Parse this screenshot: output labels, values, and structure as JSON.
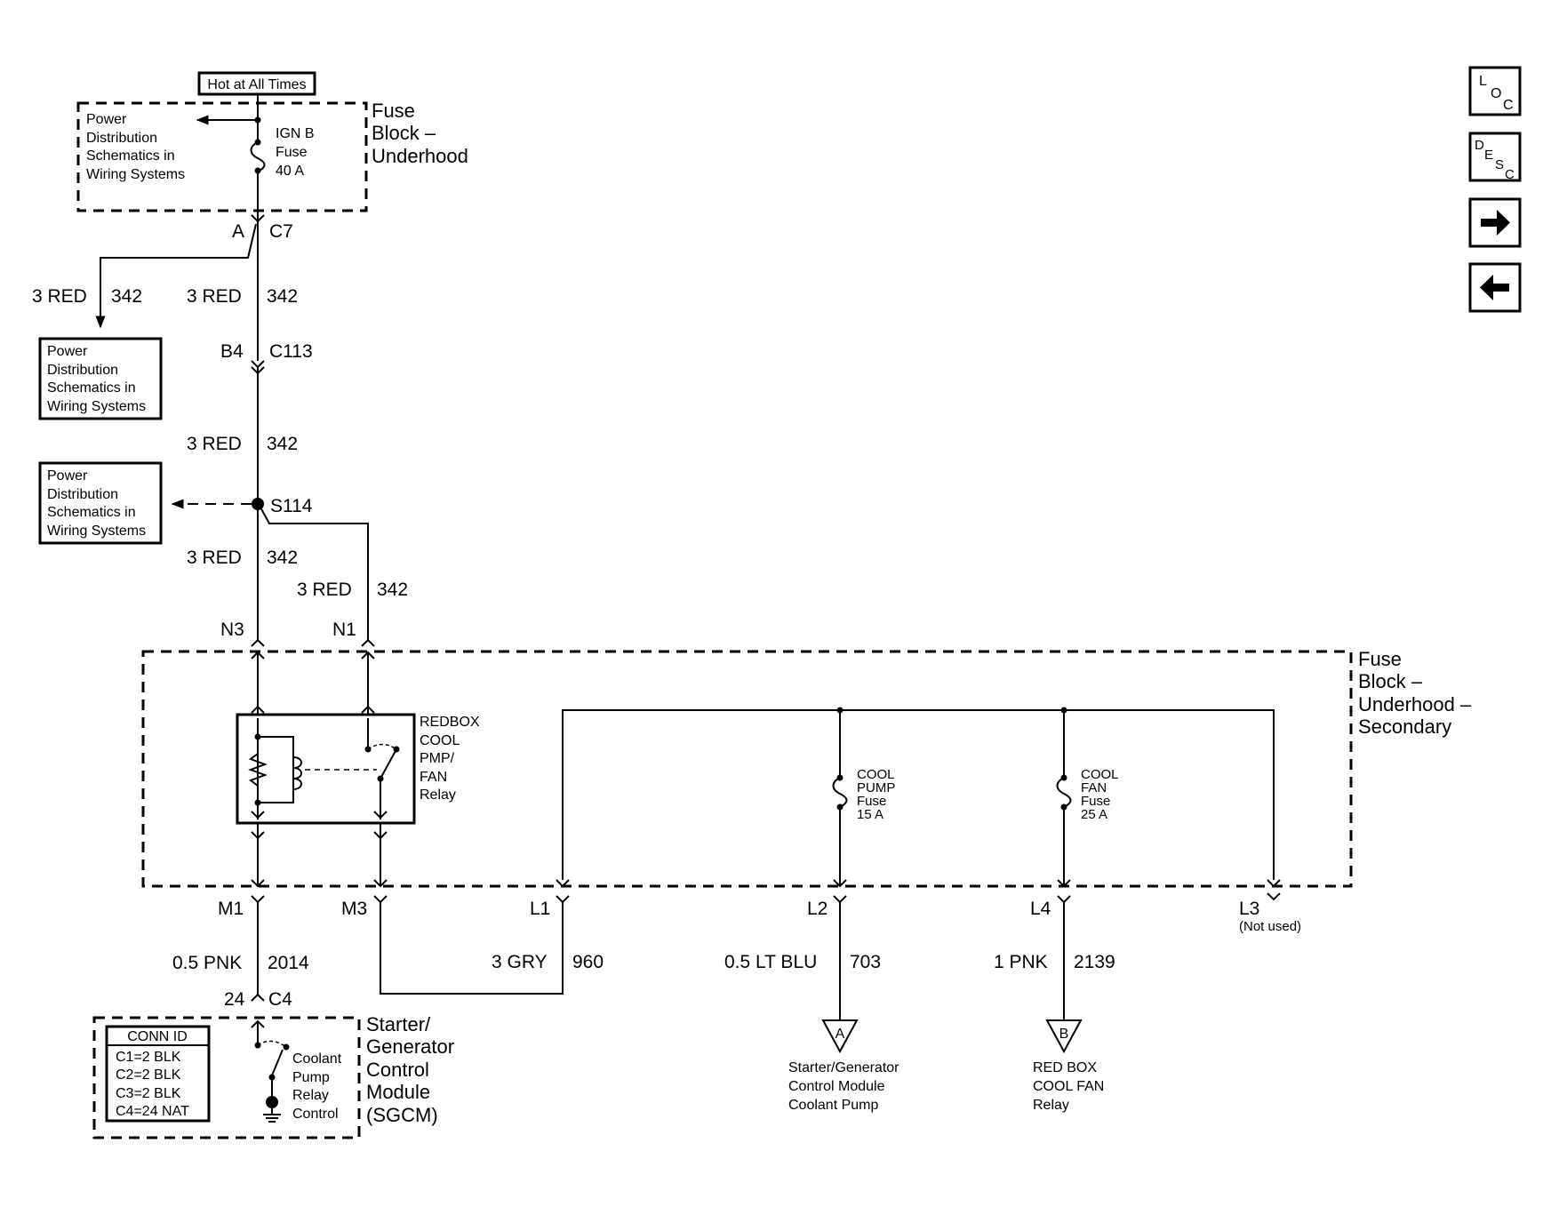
{
  "nav": {
    "loc": {
      "l": "L",
      "o": "O",
      "c": "C"
    },
    "desc": {
      "d": "D",
      "e": "E",
      "s": "S",
      "c": "C"
    },
    "next_icon": "right-arrow-icon",
    "prev_icon": "left-arrow-icon"
  },
  "hot_label": "Hot at All Times",
  "fuse_block_1": {
    "l1": "Fuse",
    "l2": "Block –",
    "l3": "Underhood"
  },
  "pd_ref_1": {
    "l1": "Power",
    "l2": "Distribution",
    "l3": "Schematics in",
    "l4": "Wiring Systems"
  },
  "ign_fuse": {
    "l1": "IGN B",
    "l2": "Fuse",
    "l3": "40 A"
  },
  "conn_c7": {
    "pin": "A",
    "name": "C7"
  },
  "wire_a_left": {
    "gauge_color": "3 RED",
    "circuit": "342"
  },
  "wire_a_main": {
    "gauge_color": "3 RED",
    "circuit": "342"
  },
  "pd_ref_2": {
    "l1": "Power",
    "l2": "Distribution",
    "l3": "Schematics in",
    "l4": "Wiring Systems"
  },
  "conn_c113": {
    "pin": "B4",
    "name": "C113"
  },
  "wire_b": {
    "gauge_color": "3 RED",
    "circuit": "342"
  },
  "pd_ref_3": {
    "l1": "Power",
    "l2": "Distribution",
    "l3": "Schematics in",
    "l4": "Wiring Systems"
  },
  "splice": "S114",
  "wire_c": {
    "gauge_color": "3 RED",
    "circuit": "342"
  },
  "wire_d": {
    "gauge_color": "3 RED",
    "circuit": "342"
  },
  "pin_n3": "N3",
  "pin_n1": "N1",
  "fuse_block_2": {
    "l1": "Fuse",
    "l2": "Block –",
    "l3": "Underhood –",
    "l4": "Secondary"
  },
  "relay": {
    "l1": "REDBOX",
    "l2": "COOL",
    "l3": "PMP/",
    "l4": "FAN",
    "l5": "Relay"
  },
  "pump_fuse": {
    "l1": "COOL",
    "l2": "PUMP",
    "l3": "Fuse",
    "l4": "15 A"
  },
  "fan_fuse": {
    "l1": "COOL",
    "l2": "FAN",
    "l3": "Fuse",
    "l4": "25 A"
  },
  "pins_bottom": {
    "m1": "M1",
    "m3": "M3",
    "l1": "L1",
    "l2": "L2",
    "l4": "L4",
    "l3": "L3",
    "l3_note": "(Not used)"
  },
  "wire_m1": {
    "gauge_color": "0.5 PNK",
    "circuit": "2014"
  },
  "wire_l1": {
    "gauge_color": "3 GRY",
    "circuit": "960"
  },
  "wire_l2": {
    "gauge_color": "0.5 LT BLU",
    "circuit": "703"
  },
  "wire_l4": {
    "gauge_color": "1 PNK",
    "circuit": "2139"
  },
  "conn_c4": {
    "pin": "24",
    "name": "C4"
  },
  "conn_id": {
    "header": "CONN ID",
    "rows": [
      "C1=2 BLK",
      "C2=2 BLK",
      "C3=2 BLK",
      "C4=24 NAT"
    ]
  },
  "sgcm_switch": {
    "l1": "Coolant",
    "l2": "Pump",
    "l3": "Relay",
    "l4": "Control"
  },
  "sgcm": {
    "l1": "Starter/",
    "l2": "Generator",
    "l3": "Control",
    "l4": "Module",
    "l5": "(SGCM)"
  },
  "offpage_a": {
    "letter": "A",
    "l1": "Starter/Generator",
    "l2": "Control Module",
    "l3": "Coolant Pump"
  },
  "offpage_b": {
    "letter": "B",
    "l1": "RED BOX",
    "l2": "COOL FAN",
    "l3": "Relay"
  }
}
